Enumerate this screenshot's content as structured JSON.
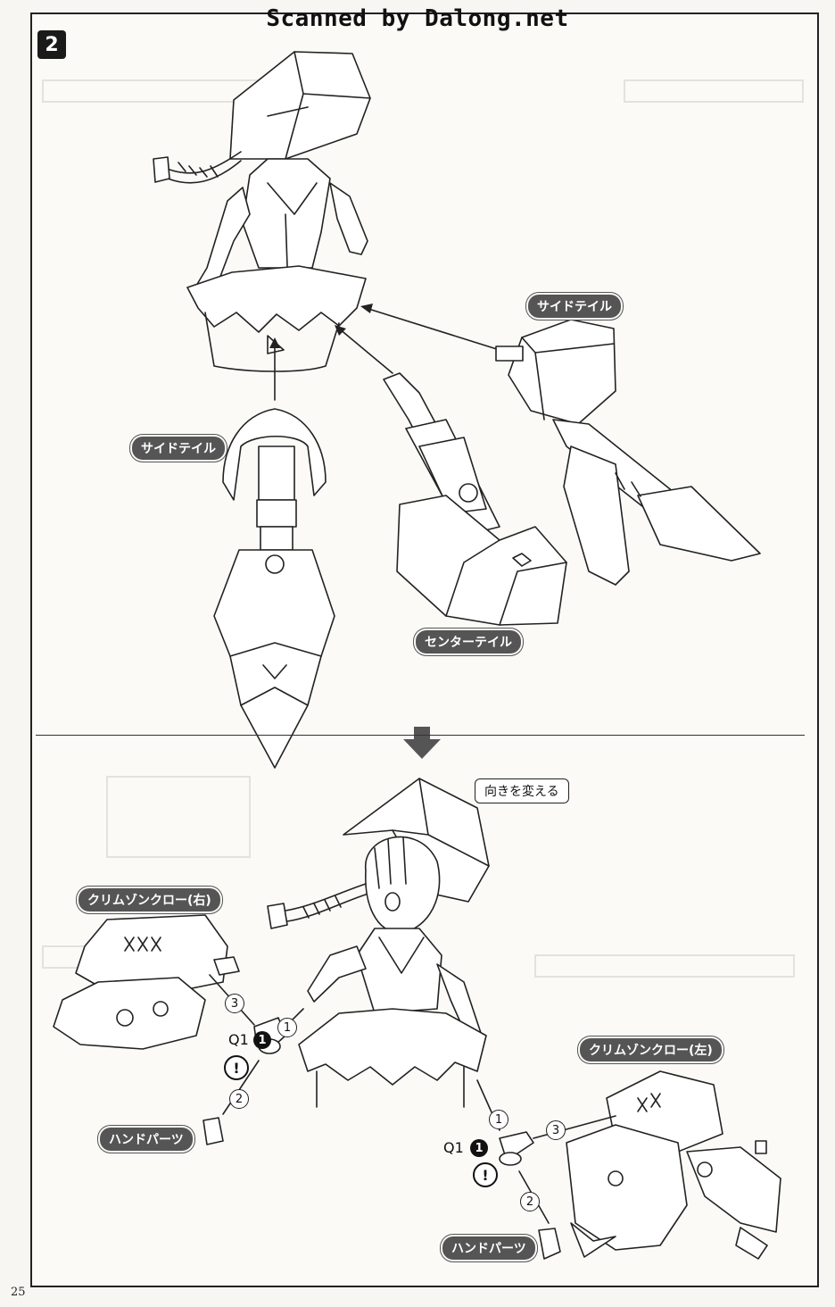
{
  "watermark": "Scanned by Dalong.net",
  "step_number": "2",
  "page_number": "25",
  "top_section": {
    "labels": {
      "side_tail_right": "サイドテイル",
      "side_tail_left": "サイドテイル",
      "center_tail": "センターテイル"
    }
  },
  "bottom_section": {
    "callout": "向きを変える",
    "claw_right": "クリムゾンクロー(右)",
    "claw_left": "クリムゾンクロー(左)",
    "hand_parts_left": "ハンドパーツ",
    "hand_parts_right": "ハンドパーツ",
    "part_code_left": "Q1",
    "part_code_right": "Q1",
    "part_number": "1",
    "step_markers": [
      "1",
      "2",
      "3"
    ],
    "warning_mark": "!"
  }
}
